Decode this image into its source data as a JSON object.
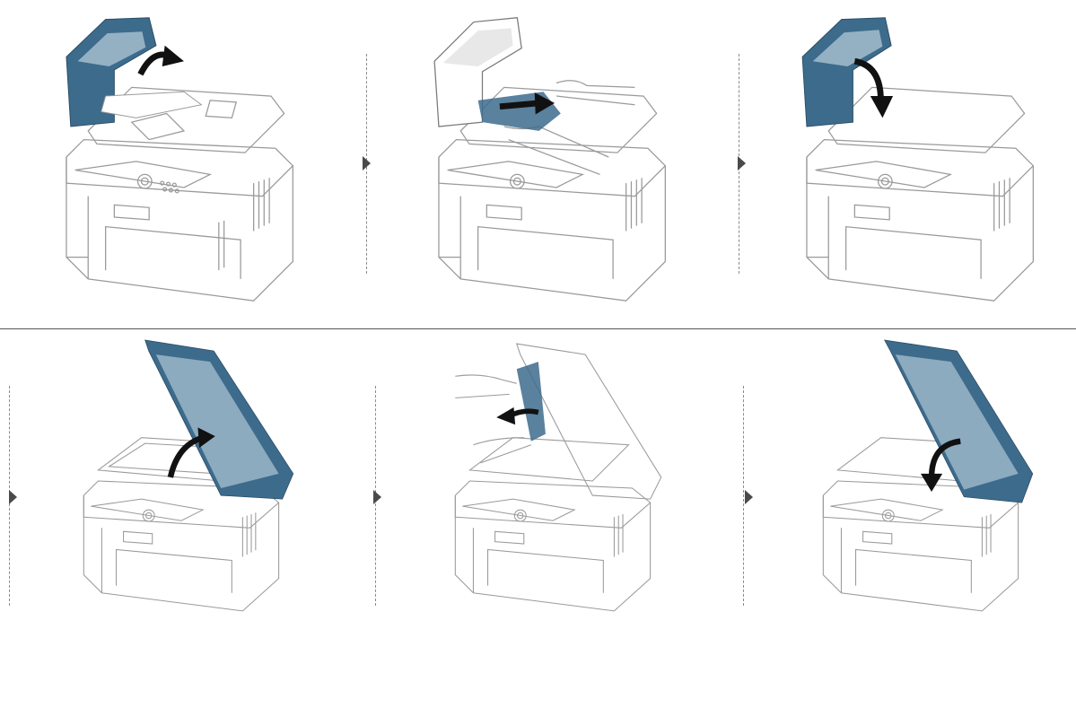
{
  "figure": {
    "description_visible_text": [],
    "colors": {
      "line": "#9a9a9a",
      "accent": "#3d6b8c",
      "accent_light": "#cfe0ea",
      "arrow": "#111111",
      "divider": "#555555"
    },
    "rows": [
      {
        "row": "top",
        "steps": [
          {
            "id": 1,
            "action": "open-feeder-cover",
            "arrow": "up-curve"
          },
          {
            "id": 2,
            "action": "remove-jammed-paper",
            "arrow": "right"
          },
          {
            "id": 3,
            "action": "close-feeder-cover",
            "arrow": "down-curve"
          }
        ]
      },
      {
        "row": "bottom",
        "steps": [
          {
            "id": 4,
            "action": "open-scanner-lid",
            "arrow": "up-curve"
          },
          {
            "id": 5,
            "action": "remove-paper-from-lid",
            "arrow": "left"
          },
          {
            "id": 6,
            "action": "close-scanner-lid",
            "arrow": "down-curve"
          }
        ]
      }
    ]
  }
}
